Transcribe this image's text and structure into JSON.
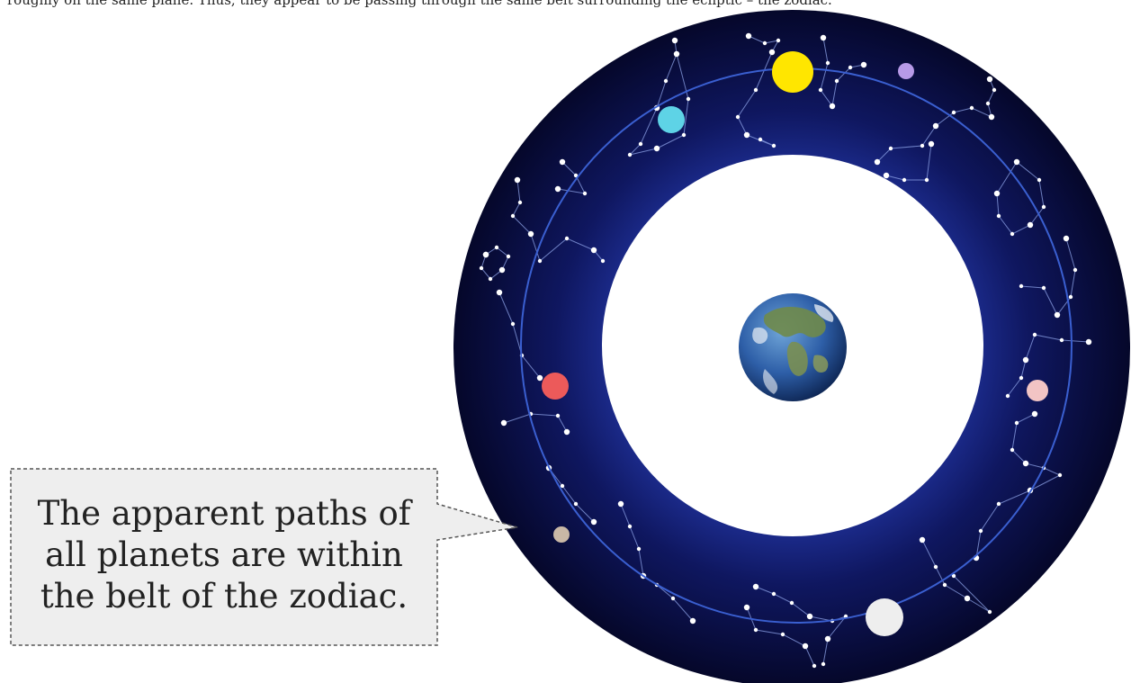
{
  "intro_text": "roughly on the same plane. Thus, they appear to be passing through the same belt surrounding the ecliptic – the zodiac.",
  "callout": {
    "lines": [
      "The apparent paths of",
      "all planets are within",
      "the belt of the zodiac."
    ]
  },
  "colors": {
    "sky": "#0a0e3c",
    "ecliptic": "#3a5fd0",
    "stars": "#ffffff",
    "callout_bg": "#eeeeee",
    "callout_border": "#555555"
  },
  "planets": [
    {
      "name": "sun",
      "color": "#ffe600"
    },
    {
      "name": "cyan-planet",
      "color": "#5ed3e6"
    },
    {
      "name": "violet-planet",
      "color": "#b79ae8"
    },
    {
      "name": "red-planet",
      "color": "#ec5a5a"
    },
    {
      "name": "pink-planet",
      "color": "#f2c4c4"
    },
    {
      "name": "tan-planet",
      "color": "#c9b8a6"
    },
    {
      "name": "moon",
      "color": "#eeeeee"
    }
  ],
  "center_body": "earth-icon"
}
